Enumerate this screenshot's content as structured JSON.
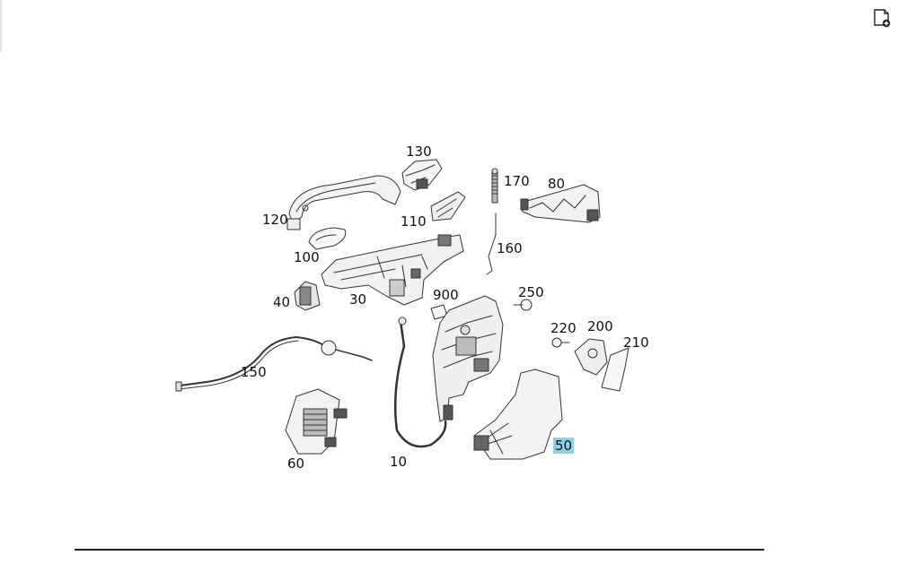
{
  "diagram": {
    "callouts": [
      {
        "id": "130",
        "label": "130"
      },
      {
        "id": "170",
        "label": "170"
      },
      {
        "id": "80",
        "label": "80"
      },
      {
        "id": "120",
        "label": "120"
      },
      {
        "id": "110",
        "label": "110"
      },
      {
        "id": "100",
        "label": "100"
      },
      {
        "id": "160",
        "label": "160"
      },
      {
        "id": "40",
        "label": "40"
      },
      {
        "id": "30",
        "label": "30"
      },
      {
        "id": "900",
        "label": "900"
      },
      {
        "id": "250",
        "label": "250"
      },
      {
        "id": "220",
        "label": "220"
      },
      {
        "id": "200",
        "label": "200"
      },
      {
        "id": "210",
        "label": "210"
      },
      {
        "id": "150",
        "label": "150"
      },
      {
        "id": "50",
        "label": "50",
        "highlighted": true
      },
      {
        "id": "60",
        "label": "60"
      },
      {
        "id": "10",
        "label": "10"
      }
    ],
    "highlight_color": "#8ecfe6"
  },
  "toolbar": {
    "icon": "add-to-document-icon"
  }
}
